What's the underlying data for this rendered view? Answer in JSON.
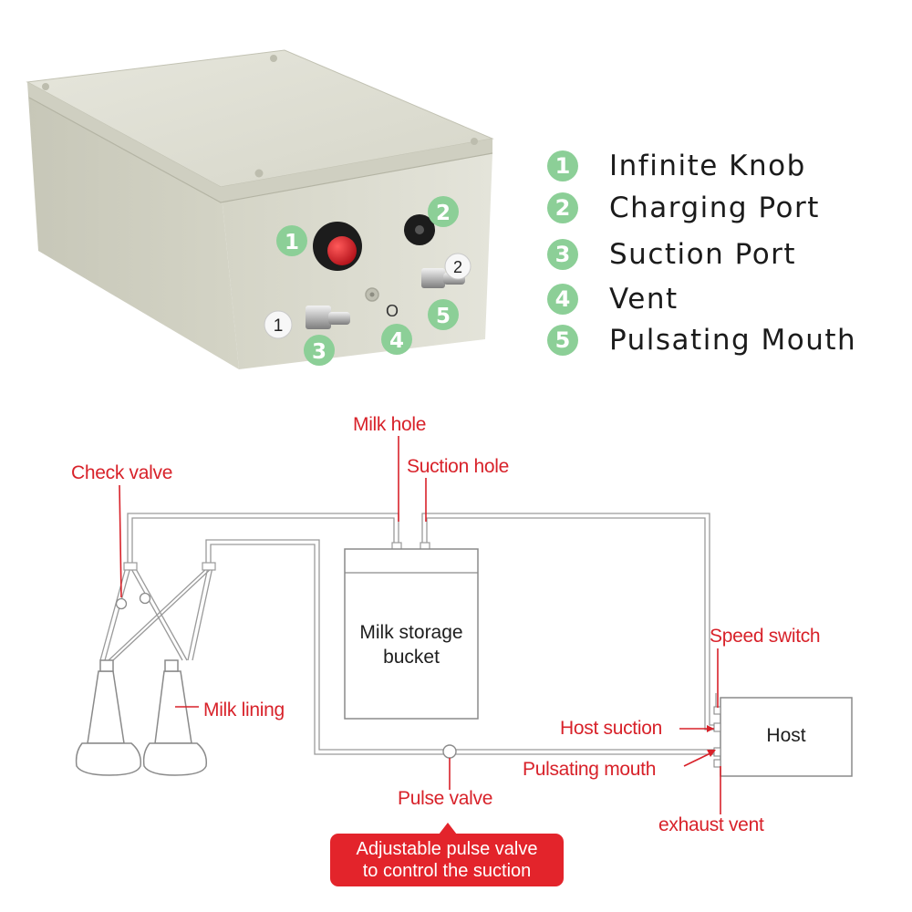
{
  "legend": [
    {
      "num": "1",
      "label": "Infinite Knob"
    },
    {
      "num": "2",
      "label": "Charging Port"
    },
    {
      "num": "3",
      "label": "Suction Port"
    },
    {
      "num": "4",
      "label": "Vent"
    },
    {
      "num": "5",
      "label": "Pulsating Mouth"
    }
  ],
  "device": {
    "badges": [
      "1",
      "2",
      "3",
      "4",
      "5"
    ],
    "port_stickers": [
      "1",
      "2"
    ],
    "vent_marking": "O"
  },
  "diagram": {
    "labels": {
      "milk_hole": "Milk hole",
      "suction_hole": "Suction hole",
      "check_valve": "Check valve",
      "speed_switch": "Speed switch",
      "milk_lining": "Milk lining",
      "host_suction": "Host suction",
      "pulsating_mouth": "Pulsating mouth",
      "pulse_valve": "Pulse valve",
      "exhaust_vent": "exhaust vent"
    },
    "bucket_line1": "Milk storage",
    "bucket_line2": "bucket",
    "host": "Host",
    "callout_line1": "Adjustable pulse valve",
    "callout_line2": "to control the suction"
  },
  "colors": {
    "accent_red": "#e3242b",
    "badge_green": "#8ccf97",
    "knob_red": "#d81e26",
    "housing": "#dcdccf"
  }
}
